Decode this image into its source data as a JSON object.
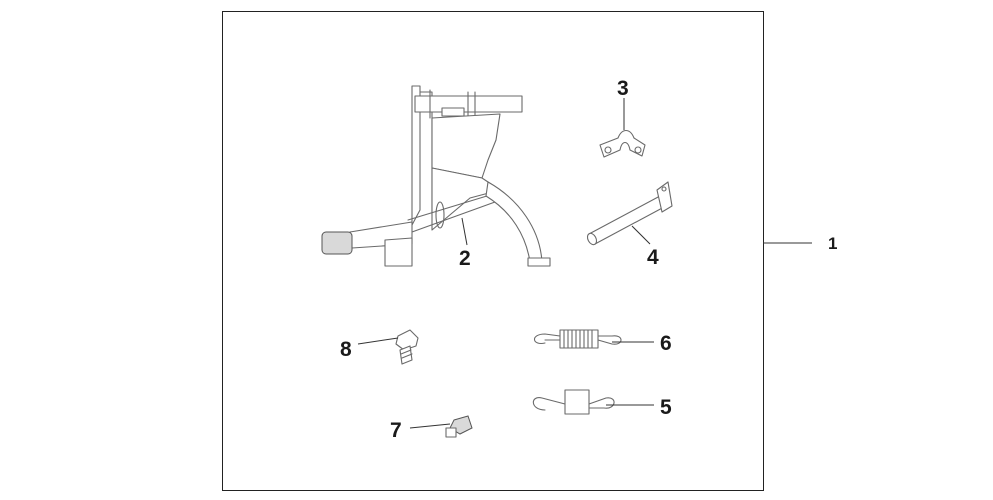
{
  "callouts": {
    "kit": "1",
    "main_stand": "2",
    "stopper_plate": "3",
    "pivot_shaft": "4",
    "spring_b": "5",
    "spring_a": "6",
    "rubber_stopper": "7",
    "bolt": "8"
  }
}
